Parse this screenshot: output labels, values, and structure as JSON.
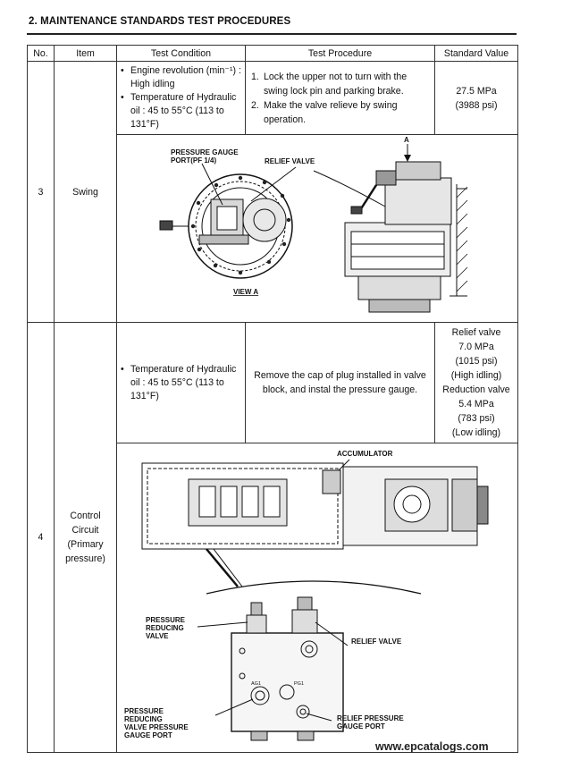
{
  "header": {
    "title": "2. MAINTENANCE STANDARDS TEST PROCEDURES"
  },
  "table": {
    "columns": [
      "No.",
      "Item",
      "Test Condition",
      "Test Procedure",
      "Standard Value"
    ],
    "rows": [
      {
        "no": "3",
        "item": "Swing",
        "conditions": [
          "Engine revolution (min⁻¹) : High idling",
          "Temperature of Hydraulic oil : 45 to 55°C (113 to 131°F)"
        ],
        "procedure": [
          "Lock the upper not to turn with the swing lock pin and parking brake.",
          "Make the valve relieve by swing operation."
        ],
        "procedure_nums": [
          "1.",
          "2."
        ],
        "standard": [
          "27.5 MPa",
          "(3988 psi)"
        ],
        "figure_labels": {
          "pressure_gauge_port_1": "PRESSURE GAUGE",
          "pressure_gauge_port_2": "PORT(PF 1/4)",
          "relief_valve": "RELIEF VALVE",
          "view_a": "VIEW A",
          "arrow_a": "A"
        }
      },
      {
        "no": "4",
        "item_lines": [
          "Control",
          "Circuit",
          "(Primary",
          "pressure)"
        ],
        "conditions": [
          "Temperature of Hydraulic oil : 45 to 55°C (113 to 131°F)"
        ],
        "procedure_text": "Remove the cap of plug installed in valve block, and instal the pressure gauge.",
        "standard": [
          "Relief valve",
          "7.0 MPa",
          "(1015 psi)",
          "(High idling)",
          "Reduction valve",
          "5.4 MPa",
          "(783 psi)",
          "(Low idling)"
        ],
        "figure_labels": {
          "accumulator": "ACCUMULATOR",
          "prv_1": "PRESSURE",
          "prv_2": "REDUCING",
          "prv_3": "VALVE",
          "relief_valve": "RELIEF VALVE",
          "prvgp_1": "PRESSURE",
          "prvgp_2": "REDUCING",
          "prvgp_3": "VALVE PRESSURE",
          "prvgp_4": "GAUGE PORT",
          "rpgp_1": "RELIEF PRESSURE",
          "rpgp_2": "GAUGE PORT",
          "port_ag1": "AG1",
          "port_pg1": "PG1"
        }
      }
    ]
  },
  "footer": {
    "watermark": "www.epcatalogs.com"
  }
}
